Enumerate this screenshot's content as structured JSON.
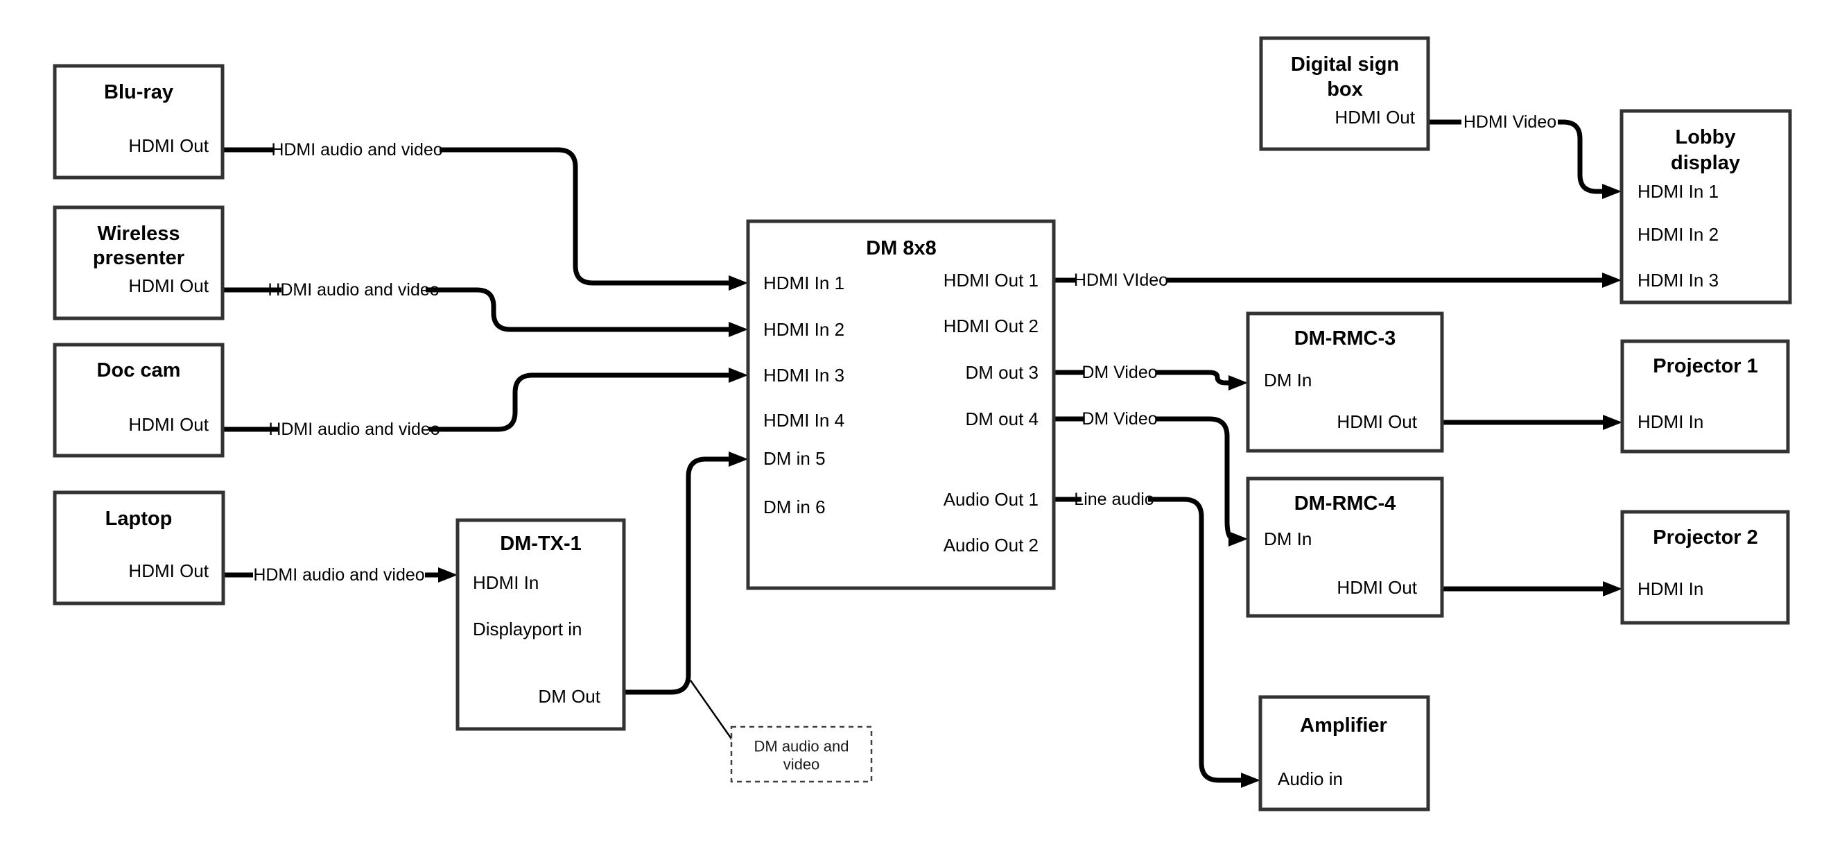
{
  "diagram": {
    "nodes": {
      "bluray": {
        "title": "Blu-ray",
        "port": "HDMI Out"
      },
      "wireless": {
        "title1": "Wireless",
        "title2": "presenter",
        "port": "HDMI Out"
      },
      "doccam": {
        "title": "Doc cam",
        "port": "HDMI Out"
      },
      "laptop": {
        "title": "Laptop",
        "port": "HDMI Out"
      },
      "dmtx1": {
        "title": "DM-TX-1",
        "ports": {
          "hdmi_in": "HDMI In",
          "dp_in": "Displayport in",
          "dm_out": "DM Out"
        }
      },
      "dm8x8": {
        "title": "DM 8x8",
        "inputs": [
          "HDMI In 1",
          "HDMI In 2",
          "HDMI In 3",
          "HDMI In 4",
          "DM in 5",
          "DM in 6"
        ],
        "outputs": [
          "HDMI Out 1",
          "HDMI Out 2",
          "DM out 3",
          "DM out 4",
          "Audio Out 1",
          "Audio Out 2"
        ]
      },
      "digitalsign": {
        "title1": "Digital sign",
        "title2": "box",
        "port": "HDMI Out"
      },
      "lobby": {
        "title1": "Lobby",
        "title2": "display",
        "ports": [
          "HDMI In 1",
          "HDMI In 2",
          "HDMI In 3"
        ]
      },
      "rmc3": {
        "title": "DM-RMC-3",
        "ports": {
          "in": "DM In",
          "out": "HDMI Out"
        }
      },
      "rmc4": {
        "title": "DM-RMC-4",
        "ports": {
          "in": "DM In",
          "out": "HDMI Out"
        }
      },
      "proj1": {
        "title": "Projector 1",
        "port": "HDMI In"
      },
      "proj2": {
        "title": "Projector 2",
        "port": "HDMI In"
      },
      "amp": {
        "title": "Amplifier",
        "port": "Audio in"
      }
    },
    "wire_labels": {
      "bluray": "HDMI audio and video",
      "wireless": "HDMI audio and video",
      "doccam": "HDMI audio and video",
      "laptop": "HDMI audio and video",
      "hdmi_out1": "HDMI VIdeo",
      "dm_out3": "DM Video",
      "dm_out4": "DM Video",
      "audio_out1": "Line audio",
      "digitalsign": "HDMI Video"
    },
    "note": {
      "line1": "DM audio and",
      "line2": "video"
    },
    "colors": {
      "box_border": "#333333",
      "wire": "#000000",
      "text": "#000000"
    }
  }
}
